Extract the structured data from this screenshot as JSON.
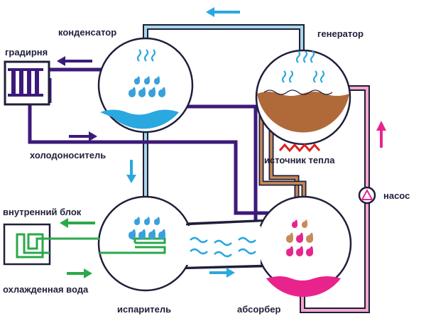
{
  "labels": {
    "condenser": "конденсатор",
    "generator": "генератор",
    "cooling_tower": "градирня",
    "refrigerant": "холодоноситель",
    "heat_source": "источник тепла",
    "pump": "насос",
    "indoor_unit": "внутренний блок",
    "chilled_water": "охлажденная вода",
    "evaporator": "испаритель",
    "absorber": "абсорбер"
  },
  "colors": {
    "outline": "#1f1f3a",
    "pipe_blue": "#a8d8ea",
    "pipe_purple": "#3d1a7a",
    "pipe_pink": "#e8248c",
    "pipe_brown": "#c88a5a",
    "water": "#2aa8e0",
    "drop": "#3aa0dc",
    "brown_liquid": "#b06a3a",
    "pink_liquid": "#e8248c",
    "heater_red": "#e02020",
    "arrow_green": "#2aa84a",
    "arrow_pink": "#e8248c",
    "arrow_blue": "#2aa8e0",
    "arrow_purple": "#3d1a7a"
  }
}
